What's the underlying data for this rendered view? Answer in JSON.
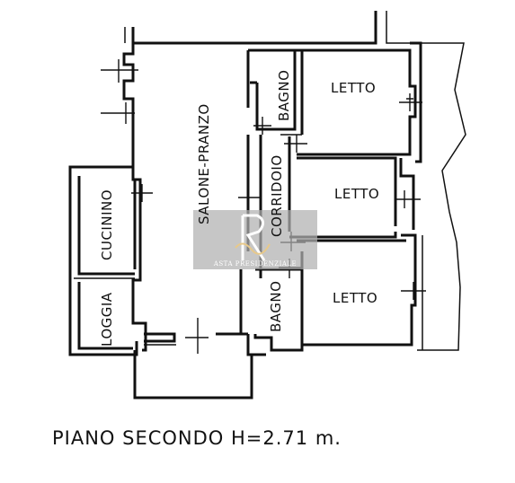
{
  "rooms": {
    "salone_pranzo": "SALONE-PRANZO",
    "cucinino": "CUCININO",
    "loggia": "LOGGIA",
    "bagno_top": "BAGNO",
    "bagno_bottom": "BAGNO",
    "corridoio": "CORRIDOIO",
    "letto_1": "LETTO",
    "letto_2": "LETTO",
    "letto_3": "LETTO"
  },
  "caption": "PIANO SECONDO H=2.71 m.",
  "watermark": {
    "text": "ASTA PRESIDENZIALE",
    "color": "#9a9a9a"
  }
}
